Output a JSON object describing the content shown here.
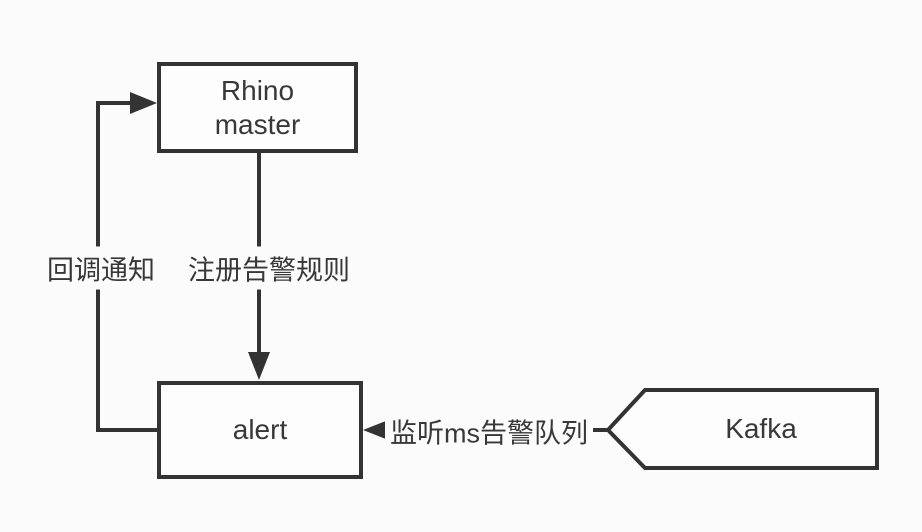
{
  "diagram": {
    "background_color": "#fbfbfb",
    "shape_fill_color": "#fdfdfd",
    "stroke_color": "#333333",
    "text_color": "#383838",
    "nodes": [
      {
        "id": "rhino-master",
        "shape": "rectangle",
        "label": "Rhino master"
      },
      {
        "id": "alert",
        "shape": "rectangle",
        "label": "alert"
      },
      {
        "id": "kafka",
        "shape": "left-pointing-pentagon",
        "label": "Kafka"
      }
    ],
    "edges": [
      {
        "from": "rhino-master",
        "to": "alert",
        "label": "注册告警规则",
        "style": "straight-down-arrow"
      },
      {
        "from": "alert",
        "to": "rhino-master",
        "label": "回调通知",
        "style": "orthogonal-loop-left"
      },
      {
        "from": "kafka",
        "to": "alert",
        "label": "监听ms告警队列",
        "style": "straight-left-arrow"
      }
    ]
  }
}
